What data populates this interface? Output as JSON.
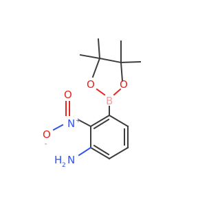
{
  "structure": {
    "boron_label": "B",
    "ring_oxygen_left_label": "O",
    "ring_oxygen_right_label": "O",
    "nitro_nitrogen_label": "N",
    "nitro_nitrogen_charge": "+",
    "nitro_oxygen_double_label": "O",
    "nitro_oxygen_single_label": "O",
    "nitro_oxygen_single_charge": "-",
    "amine_nitrogen_label": "N",
    "amine_hydrogen_label": "H",
    "amine_hydrogen_count": "2"
  },
  "colors": {
    "bond": "#3c3c3c",
    "oxygen": "#e52620",
    "nitrogen": "#3050f0",
    "boron": "#f59e9e"
  }
}
